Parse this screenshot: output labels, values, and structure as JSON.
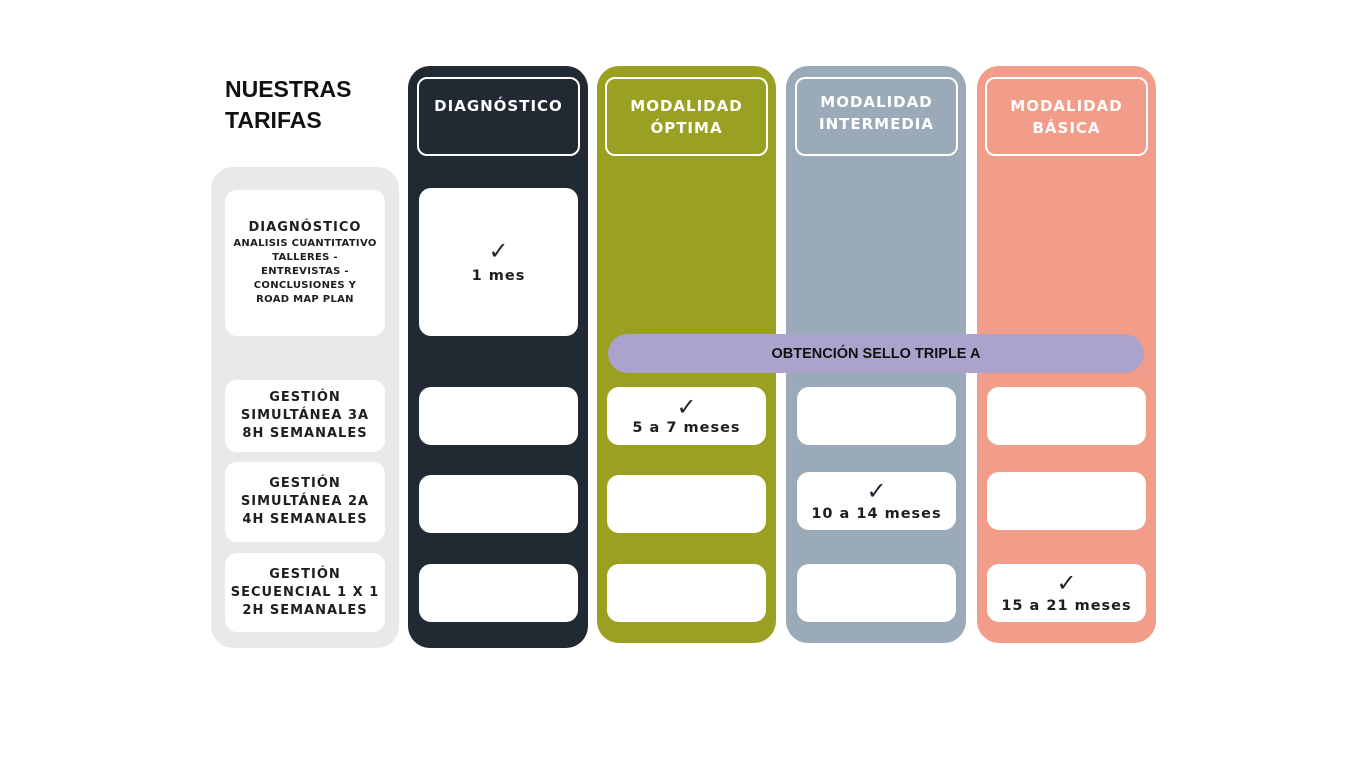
{
  "title": "NUESTRAS\nTARIFAS",
  "colors": {
    "diagnostico": "#212933",
    "optima": "#9aa122",
    "intermedia": "#9aaab8",
    "basica": "#f29d89",
    "row_panel": "#eae8e8",
    "banner": "#aba3cc"
  },
  "columns": {
    "diagnostico": {
      "header": "DIAGNÓSTICO"
    },
    "optima": {
      "header_line1": "MODALIDAD",
      "header_line2": "ÓPTIMA"
    },
    "intermedia": {
      "header_line1": "MODALIDAD",
      "header_line2": "INTERMEDIA"
    },
    "basica": {
      "header_line1": "MODALIDAD",
      "header_line2": "BÁSICA"
    }
  },
  "rows": {
    "diagnostico": {
      "title": "DIAGNÓSTICO",
      "sub": [
        "ANALISIS CUANTITATIVO",
        "TALLERES -",
        "ENTREVISTAS -",
        "CONCLUSIONES Y",
        "ROAD MAP PLAN"
      ]
    },
    "gestion_3a": {
      "lines": [
        "GESTIÓN",
        "SIMULTÁNEA 3A",
        "8H SEMANALES"
      ]
    },
    "gestion_2a": {
      "lines": [
        "GESTIÓN",
        "SIMULTÁNEA 2A",
        "4H SEMANALES"
      ]
    },
    "secuencial": {
      "lines": [
        "GESTIÓN",
        "SECUENCIAL 1 X 1",
        "2H SEMANALES"
      ]
    }
  },
  "banner": "OBTENCIÓN SELLO TRIPLE A",
  "check_icon": "checkmark-icon",
  "check_glyph": "✓",
  "durations": {
    "diagnostico": "1 mes",
    "optima": "5 a 7 meses",
    "intermedia": "10 a 14 meses",
    "basica": "15 a 21 meses"
  }
}
